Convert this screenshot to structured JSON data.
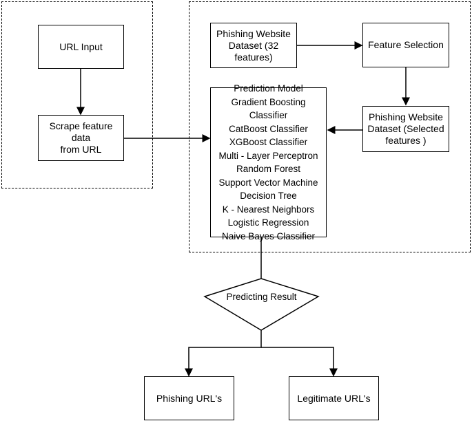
{
  "nodes": {
    "url_input": "URL Input",
    "scrape": "Scrape feature\ndata\nfrom URL",
    "dataset32": "Phishing Website\nDataset (32\nfeatures)",
    "feature_selection": "Feature Selection",
    "dataset_selected": "Phishing Website\nDataset (Selected\nfeatures )",
    "prediction_model": [
      "Prediction Model",
      "Gradient Boosting",
      "Classifier",
      "CatBoost Classifier",
      "XGBoost Classifier",
      "Multi - Layer Perceptron",
      "Random Forest",
      "Support Vector Machine",
      "Decision Tree",
      "K - Nearest Neighbors",
      "Logistic Regression",
      "Naive Bayes Classifier"
    ],
    "predicting_result": "Predicting Result",
    "phishing_urls": "Phishing URL's",
    "legitimate_urls": "Legitimate URL's"
  }
}
